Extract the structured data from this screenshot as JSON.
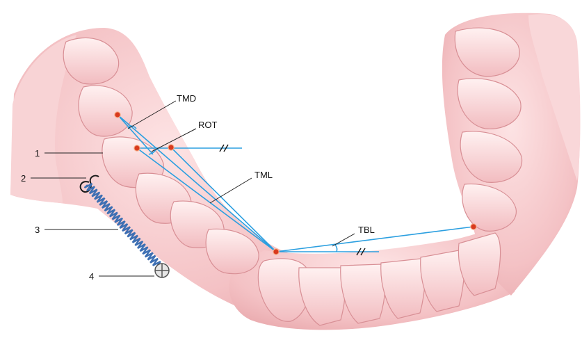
{
  "figure": {
    "labels": {
      "tmd": "TMD",
      "rot": "ROT",
      "tml": "TML",
      "tbl": "TBL",
      "part1": "1",
      "part2": "2",
      "part3": "3",
      "part4": "4"
    },
    "parallel_mark": "//"
  },
  "colors": {
    "gum": "#f6c9cb",
    "gum_shadow": "#e7a1a5",
    "tooth": "#fbe0e1",
    "tooth_edge": "#d88f95",
    "measure_line": "#2b9fe0",
    "landmark": "#d93a1e",
    "spring": "#3d6fb3",
    "leader": "#222222"
  }
}
